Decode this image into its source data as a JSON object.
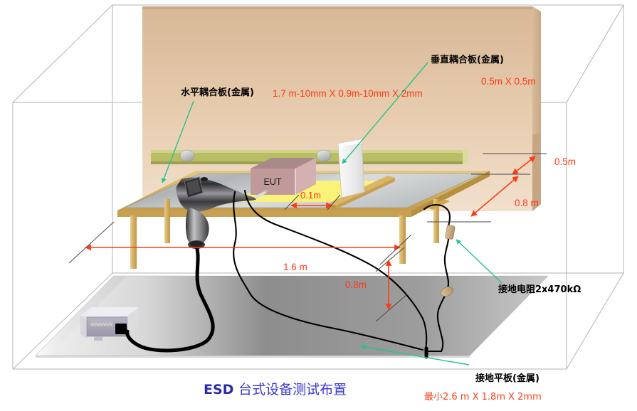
{
  "title": {
    "prefix": "ESD",
    "main": "台式设备测试布置"
  },
  "labels": {
    "hcp_name": "水平耦合板(金属)",
    "hcp_dims": "1.7 m-10mm  X  0.9m-10mm X 2mm",
    "vcp_name": "垂直耦合板(金属)",
    "vcp_dims": "0.5m  X  0.5m",
    "grp_name": "接地平板(金属)",
    "grp_dims": "最小2.6 m  X  1.8m X 2mm",
    "resistor_name": "接地电阻2x470kΩ",
    "eut": "EUT"
  },
  "dimensions": {
    "gap_eut_vcp": "0.1m",
    "table_length": "1.6 m",
    "table_height": "0.8m",
    "vcp_height": "0.5m",
    "hcp_height": "0.8 m"
  },
  "colors": {
    "dimension_red": "#ff3b16",
    "leader_green": "#22c58c",
    "title_blue": "#2b2ba8",
    "wall_tan": "#d8b894",
    "floor_gray": "#8f8f8f",
    "table_wood": "#d8b464",
    "hcp_silver": "#b8bcbd",
    "mat_yellow": "#fbf27a",
    "eut_mauve": "#c09a9a",
    "bar_olive": "#b9bd63",
    "vcp_white": "#f0f0f0",
    "wireframe": "#aaaaaa"
  },
  "annotations": {
    "room_wireframe": "shielded-room-outline",
    "esd_gun": "esd-discharge-gun",
    "generator": "esd-generator-unit",
    "ground_cable": "ground-strap-cable"
  }
}
